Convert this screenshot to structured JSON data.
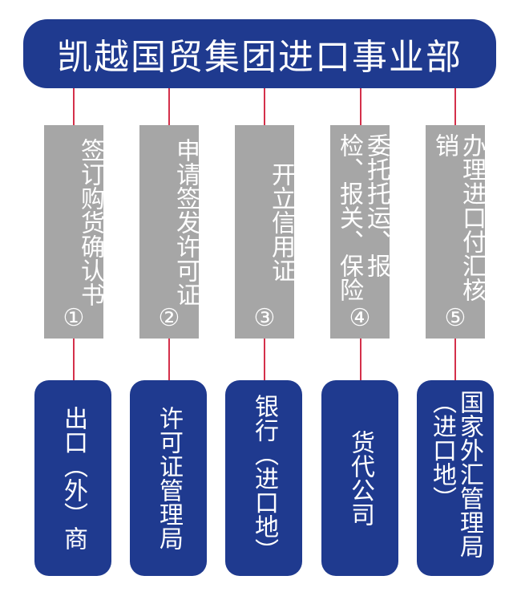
{
  "header": {
    "title": "凯越国贸集团进口事业部"
  },
  "steps": [
    {
      "label": "签订购货确认书",
      "number": "①"
    },
    {
      "label": "申请签发许可证",
      "number": "②"
    },
    {
      "label": "开立信用证",
      "number": "③"
    },
    {
      "label": "委托托运、报检、报关、保险",
      "number": "④"
    },
    {
      "label": "办理进口付汇核销",
      "number": "⑤"
    }
  ],
  "orgs": [
    {
      "label": "出口（外）商"
    },
    {
      "label": "许可证管理局"
    },
    {
      "label": "银行（进口地）"
    },
    {
      "label": "货代公司"
    },
    {
      "label": "国家外汇管理局（进口地）"
    }
  ],
  "colors": {
    "header_bg": "#1f3a8f",
    "step_bg": "#a6a6a6",
    "connector": "#d4304a",
    "text": "#ffffff"
  }
}
